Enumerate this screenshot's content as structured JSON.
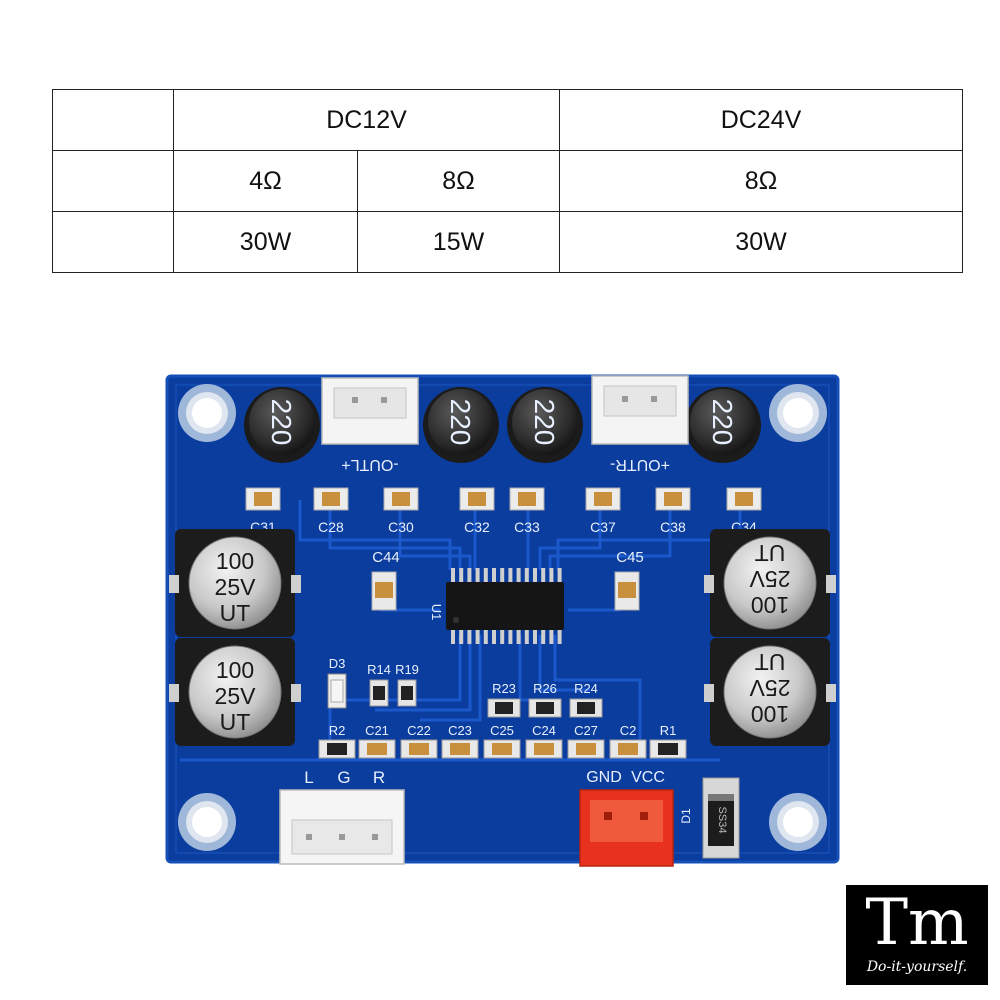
{
  "spec_table": {
    "col_dc12": "DC12V",
    "col_dc24": "DC24V",
    "imp_12_a": "4Ω",
    "imp_12_b": "8Ω",
    "imp_24": "8Ω",
    "pow_12_a": "30W",
    "pow_12_b": "15W",
    "pow_24": "30W"
  },
  "board": {
    "inductor_marks": [
      "220",
      "220",
      "220",
      "220"
    ],
    "cap_top": [
      "C31",
      "C28",
      "C30",
      "C32",
      "C33",
      "C37",
      "C38",
      "C34"
    ],
    "c44": "C44",
    "c45": "C45",
    "ic": "U1",
    "outl": "-OUTL+",
    "outr": "+OUTR-",
    "electrolytic": {
      "line1": "100",
      "line2": "25V",
      "line3": "UT"
    },
    "d3": "D3",
    "r14": "R14",
    "r19": "R19",
    "r23": "R23",
    "r26": "R26",
    "r24": "R24",
    "bottom_row": [
      "R2",
      "C21",
      "C22",
      "C23",
      "C25",
      "C24",
      "C27",
      "C2",
      "R1"
    ],
    "input_l": "L",
    "input_g": "G",
    "input_r": "R",
    "gnd": "GND",
    "vcc": "VCC",
    "d1": "D1",
    "diode_mark": "SS34"
  },
  "watermark": {
    "mono": "Tm",
    "tagline": "Do-it-yourself."
  },
  "colors": {
    "pcb": "#0b3d9e",
    "pcb_edge": "#1550b8",
    "power_header": "#e8321f"
  }
}
